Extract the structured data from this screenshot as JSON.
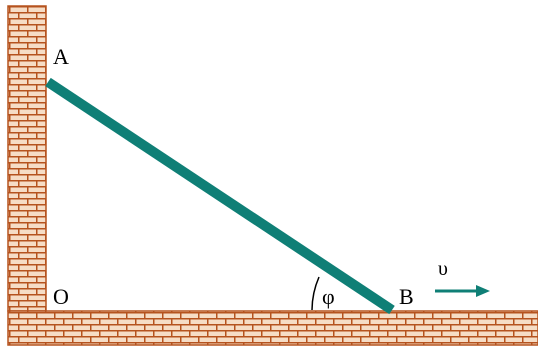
{
  "labels": {
    "point_a": "A",
    "point_b": "B",
    "point_o": "O",
    "angle": "φ",
    "velocity": "υ"
  },
  "colors": {
    "brick_fill": "#f6ddc6",
    "brick_mortar": "#b5531f",
    "rod": "#0f7f76",
    "velocity_arrow": "#0f7f76",
    "angle_arc": "#000000",
    "text": "#000000"
  },
  "icons": {
    "velocity_arrow": "right-arrow-icon"
  }
}
